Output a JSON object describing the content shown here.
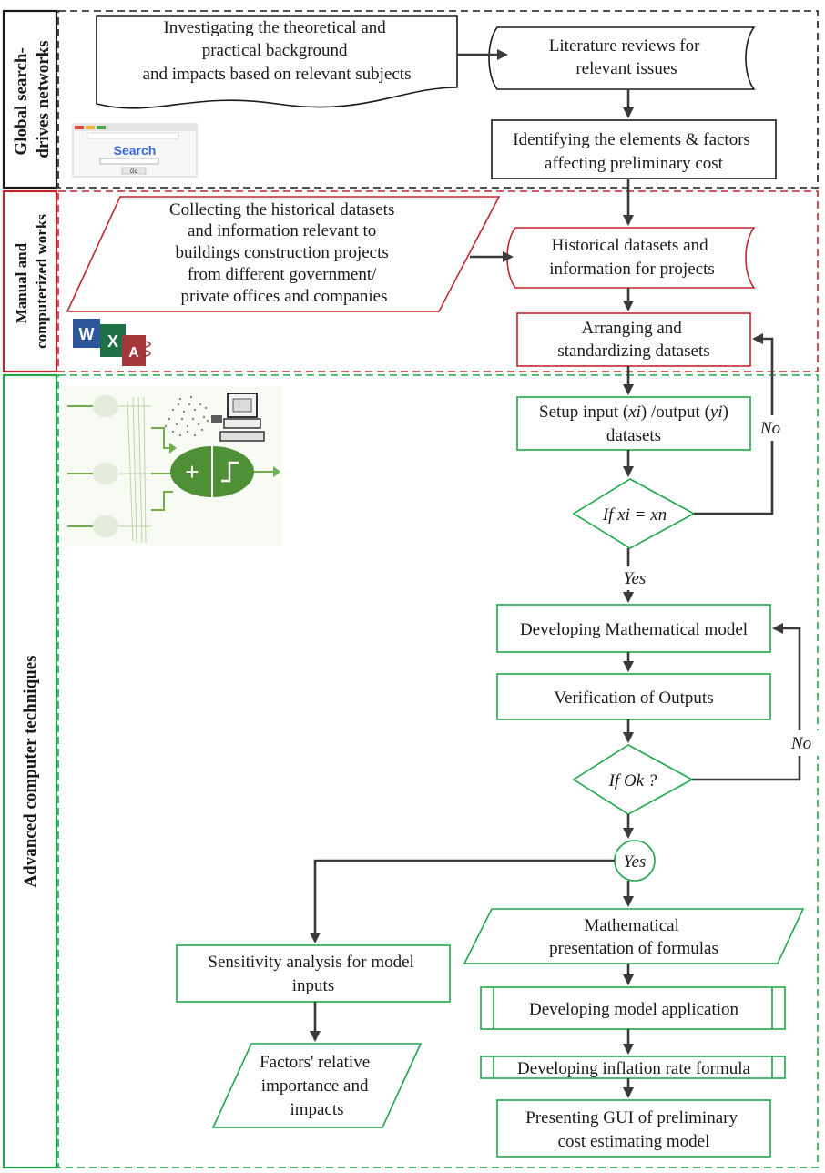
{
  "lanes": {
    "global": "Global search-drives networks",
    "global_lines": [
      "Global search-",
      "drives networks"
    ],
    "manual_lines": [
      "Manual and",
      "computerized works"
    ],
    "advanced": "Advanced computer techniques"
  },
  "nodes": {
    "investigate": [
      "Investigating the theoretical and",
      "practical background",
      "and impacts based on relevant subjects"
    ],
    "literature": [
      "Literature reviews for",
      "relevant issues"
    ],
    "identify": [
      "Identifying the elements & factors",
      "affecting preliminary cost"
    ],
    "collect": [
      "Collecting the historical datasets",
      "and information relevant to",
      "buildings construction projects",
      "from different government/",
      "private offices and companies"
    ],
    "historical": [
      "Historical datasets and",
      "information for projects"
    ],
    "arrange": [
      "Arranging and",
      "standardizing datasets"
    ],
    "setup": {
      "line1_a": "Setup input (",
      "line1_b": "xi",
      "line1_c": ") /output (",
      "line1_d": "yi",
      "line1_e": ")",
      "line2": "datasets"
    },
    "decision1": "If xi = xn",
    "develop_math": "Developing Mathematical model",
    "verify": "Verification of Outputs",
    "decision2": "If Ok ?",
    "yes_circle": "Yes",
    "math_present": [
      "Mathematical",
      "presentation of formulas"
    ],
    "develop_app": "Developing model application",
    "inflation": "Developing inflation rate formula",
    "gui": [
      "Presenting GUI of preliminary",
      "cost estimating model"
    ],
    "sensitivity": [
      "Sensitivity analysis for model",
      "inputs"
    ],
    "factors": [
      "Factors' relative",
      "importance and",
      "impacts"
    ]
  },
  "edge_labels": {
    "yes1": "Yes",
    "no1": "No",
    "no2": "No"
  },
  "illustrations": {
    "search": {
      "title": "Search",
      "button": "Go"
    },
    "office_apps": [
      "W",
      "X",
      "A"
    ],
    "neural": {
      "plus": "+"
    }
  },
  "colors": {
    "black": "#1a1a1a",
    "red": "#c0272d",
    "green": "#1fa64a",
    "arrow": "#3a3a3a"
  }
}
